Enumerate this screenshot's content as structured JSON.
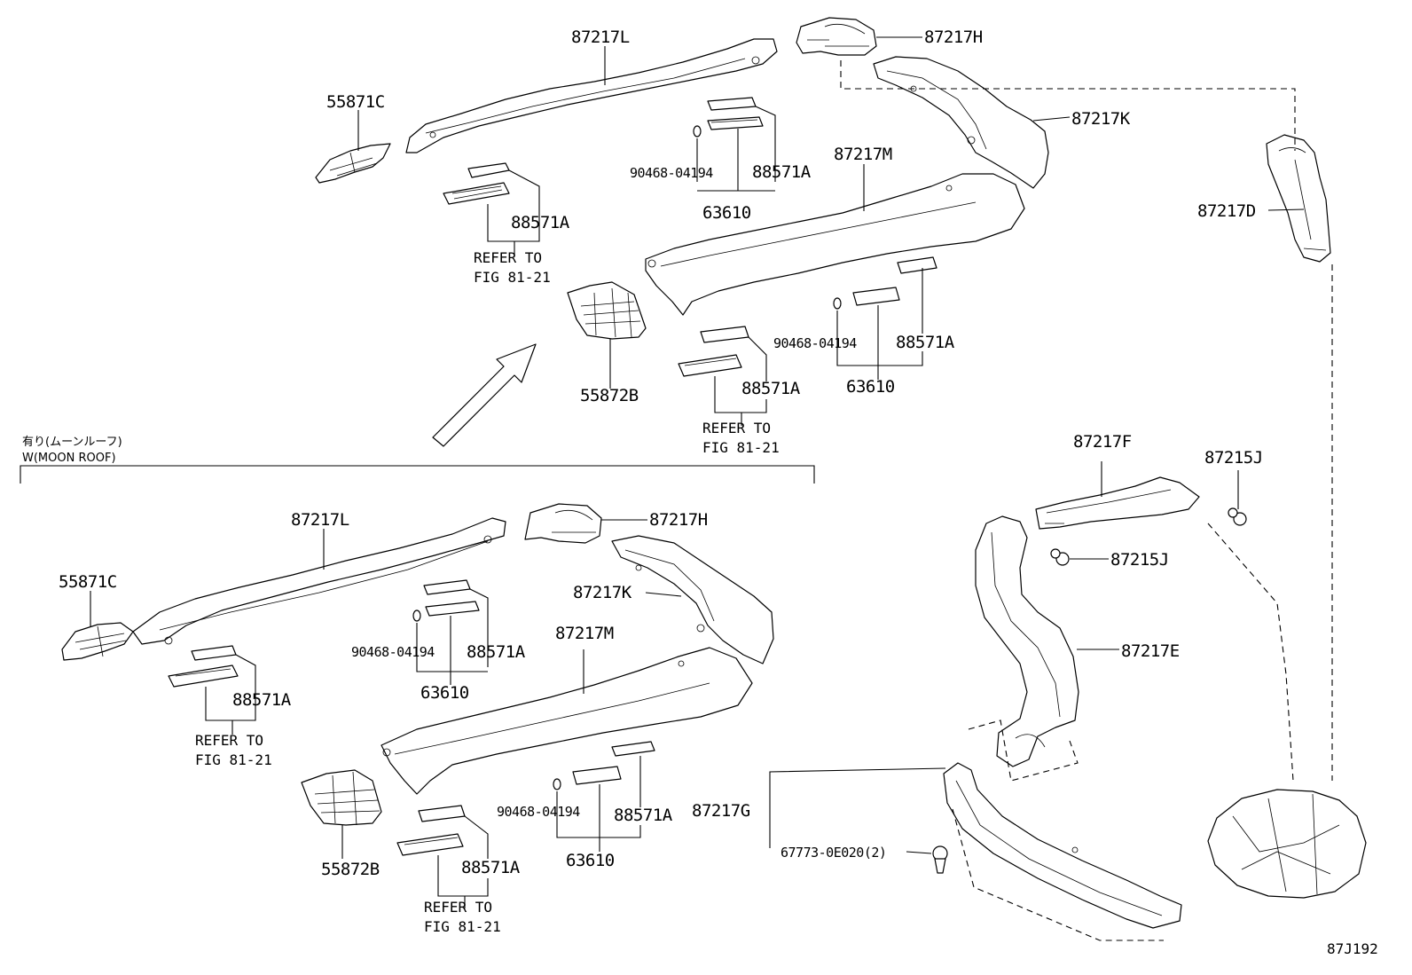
{
  "section": {
    "title_jp": "有り(ムーンルーフ)",
    "title_en": "W(MOON ROOF)"
  },
  "labels": {
    "p87217L": "87217L",
    "p87217H": "87217H",
    "p55871C": "55871C",
    "p87217K": "87217K",
    "p87217M": "87217M",
    "p87217D": "87217D",
    "p88571A": "88571A",
    "p90468": "90468-04194",
    "p63610": "63610",
    "p55872B": "55872B",
    "p87217F": "87217F",
    "p87215J": "87215J",
    "p87217E": "87217E",
    "p87217G": "87217G",
    "p67773": "67773-0E020(2)",
    "refer_to": "REFER TO",
    "fig": "FIG 81-21"
  },
  "diagram_id": "87J192"
}
